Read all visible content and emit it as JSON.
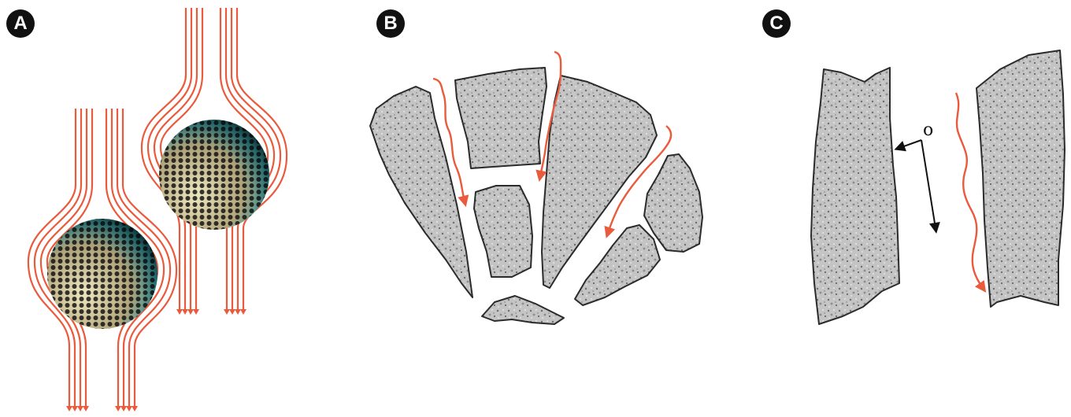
{
  "panels": [
    {
      "id": "A",
      "label": "A"
    },
    {
      "id": "B",
      "label": "B"
    },
    {
      "id": "C",
      "label": "C"
    }
  ],
  "annotations": {
    "opening_label": "o"
  },
  "colors": {
    "flow": "#ea5a3c",
    "rock_fill": "#bdbdbd",
    "rock_edge": "#2b2b2b",
    "badge": "#111111",
    "sphere_light": "#e8dfae",
    "sphere_teal": "#3fb7bf",
    "arrow": "#111111"
  }
}
